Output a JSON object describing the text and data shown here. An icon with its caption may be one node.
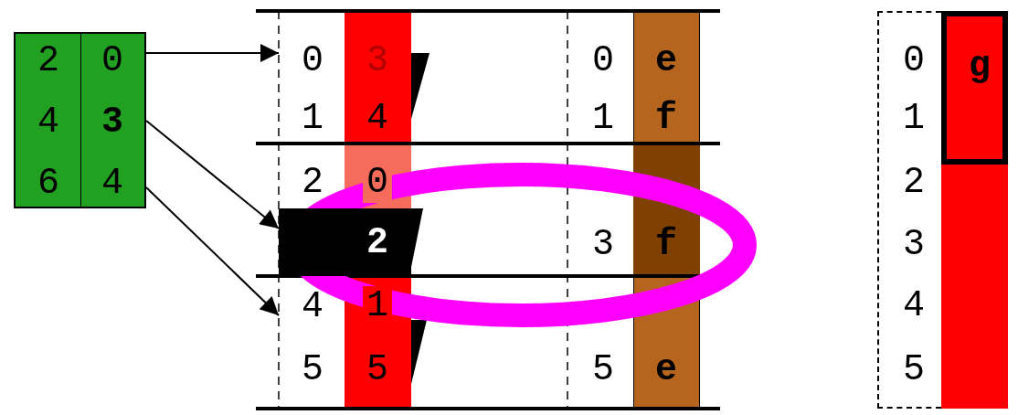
{
  "diagram": {
    "nodes": [
      {
        "text": [
          "2",
          "0",
          "4",
          "3",
          "6",
          "4"
        ]
      },
      {
        "text": [
          "0"
        ]
      },
      {
        "text": [
          "2"
        ]
      },
      {
        "text": [
          "4"
        ]
      },
      {
        "text": [
          "g"
        ]
      },
      {
        "text": [],
        "shape": "bar"
      }
    ],
    "edges": [
      {
        "from": 0,
        "to": 1,
        "arrow": "to"
      },
      {
        "from": 0,
        "to": 2,
        "arrow": "to"
      },
      {
        "from": 0,
        "to": 3,
        "arrow": "to"
      }
    ],
    "labels": [
      "3",
      "0",
      "e",
      "0",
      "1",
      "4",
      "1",
      "f",
      "1",
      "2",
      "0",
      "2",
      "3",
      "f",
      "3",
      "1",
      "4",
      "5",
      "5",
      "5",
      "e",
      "5"
    ]
  }
}
